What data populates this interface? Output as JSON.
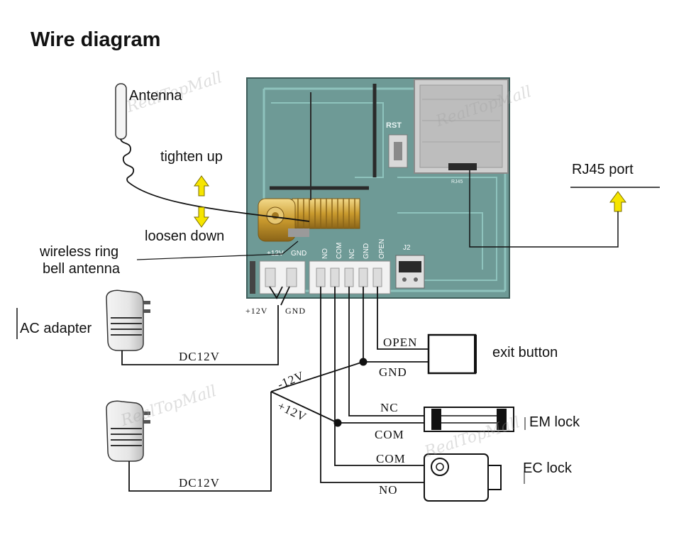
{
  "title": "Wire diagram",
  "labels": {
    "antenna": "Antenna",
    "tighten": "tighten up",
    "loosen": "loosen down",
    "wireless_ring_1": "wireless ring",
    "wireless_ring_2": "bell antenna",
    "rj45_port": "RJ45 port",
    "ac_adapter": "AC adapter",
    "exit_button": "exit button",
    "em_lock": "EM lock",
    "ec_lock": "EC lock"
  },
  "terminal_labels": {
    "plus12v": "+12V",
    "gnd": "GND",
    "no": "NO",
    "com": "COM",
    "nc": "NC",
    "gnd2": "GND",
    "open": "OPEN",
    "j2": "J2",
    "rst": "RST",
    "rj45_silk": "RJ45"
  },
  "wire_labels": {
    "plus12v": "+12V",
    "gnd": "GND",
    "dc12v_top": "DC12V",
    "dc12v_bottom": "DC12V",
    "minus12v": "-12V",
    "plus12v_diag": "+12V",
    "open": "OPEN",
    "gnd_exit": "GND",
    "nc": "NC",
    "com_em": "COM",
    "com_ec": "COM",
    "no": "NO"
  },
  "watermark": "RealTopMall",
  "colors": {
    "board": "#6e9a96",
    "board_line": "#8ec3bd",
    "arrow": "#f6e500",
    "wire": "#111111",
    "brass": "#d8b04a"
  }
}
